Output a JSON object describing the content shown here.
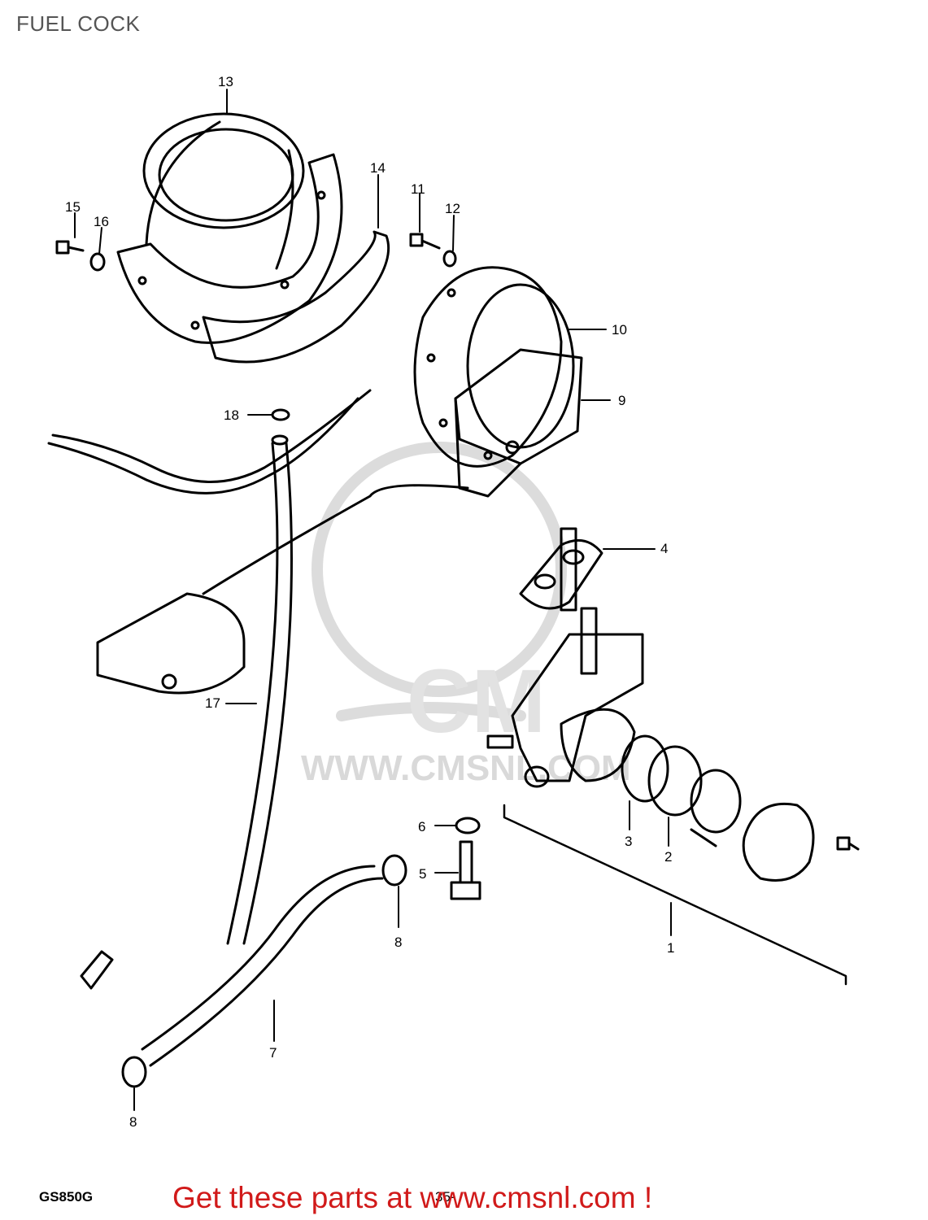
{
  "title": "FUEL COCK",
  "model_code": "GS850G",
  "page_number": "35-",
  "promo_text": "Get these parts at www.cmsnl.com !",
  "watermark_text": "WWW.CMSNL.COM",
  "colors": {
    "ink": "#000000",
    "promo": "#d11a1a",
    "watermark": "#d9d9d9",
    "background": "#ffffff"
  },
  "callouts": [
    {
      "id": "label-13",
      "text": "13"
    },
    {
      "id": "label-14",
      "text": "14"
    },
    {
      "id": "label-15",
      "text": "15"
    },
    {
      "id": "label-16",
      "text": "16"
    },
    {
      "id": "label-11",
      "text": "11"
    },
    {
      "id": "label-12",
      "text": "12"
    },
    {
      "id": "label-10",
      "text": "10"
    },
    {
      "id": "label-9",
      "text": "9"
    },
    {
      "id": "label-18",
      "text": "18"
    },
    {
      "id": "label-4",
      "text": "4"
    },
    {
      "id": "label-17",
      "text": "17"
    },
    {
      "id": "label-6",
      "text": "6"
    },
    {
      "id": "label-5",
      "text": "5"
    },
    {
      "id": "label-3",
      "text": "3"
    },
    {
      "id": "label-2",
      "text": "2"
    },
    {
      "id": "label-8a",
      "text": "8"
    },
    {
      "id": "label-1",
      "text": "1"
    },
    {
      "id": "label-7",
      "text": "7"
    },
    {
      "id": "label-8b",
      "text": "8"
    }
  ]
}
